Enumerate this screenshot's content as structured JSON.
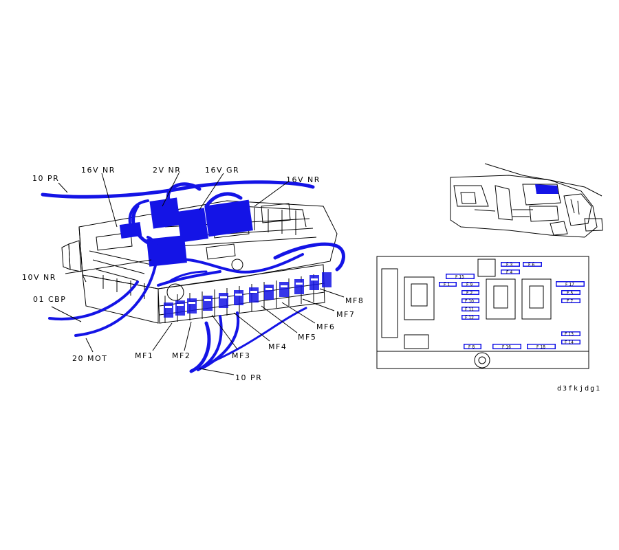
{
  "colors": {
    "wire": "#1414e6",
    "line": "#000000",
    "background": "#ffffff"
  },
  "callouts": {
    "c10pr_top": "10  PR",
    "c16vnr_a": "16V  NR",
    "c2vnr": "2V  NR",
    "c16vgr": "16V  GR",
    "c16vnr_b": "16V  NR",
    "c10vnr": "10V  NR",
    "c01cbp": "01  CBP",
    "c20mot": "20  MOT",
    "c10pr_bottom": "10  PR",
    "mf1": "MF1",
    "mf2": "MF2",
    "mf3": "MF3",
    "mf4": "MF4",
    "mf5": "MF5",
    "mf6": "MF6",
    "mf7": "MF7",
    "mf8": "MF8"
  },
  "fuse_panel": {
    "fuses": {
      "f1": "F 1",
      "f2": "F 2",
      "f3": "F 3",
      "f4": "F 4",
      "f5": "F 5",
      "f6": "F 6",
      "f7": "F 7",
      "f8": "F 8",
      "f9": "F 9",
      "f10": "F 10",
      "f11": "F 11",
      "f12": "F 12",
      "f13": "F 13",
      "f14": "F 14",
      "f15": "F 15",
      "f16": "F 16",
      "f17": "F 17",
      "f18": "F 18"
    }
  },
  "figure_code": "d3fkjdg1"
}
